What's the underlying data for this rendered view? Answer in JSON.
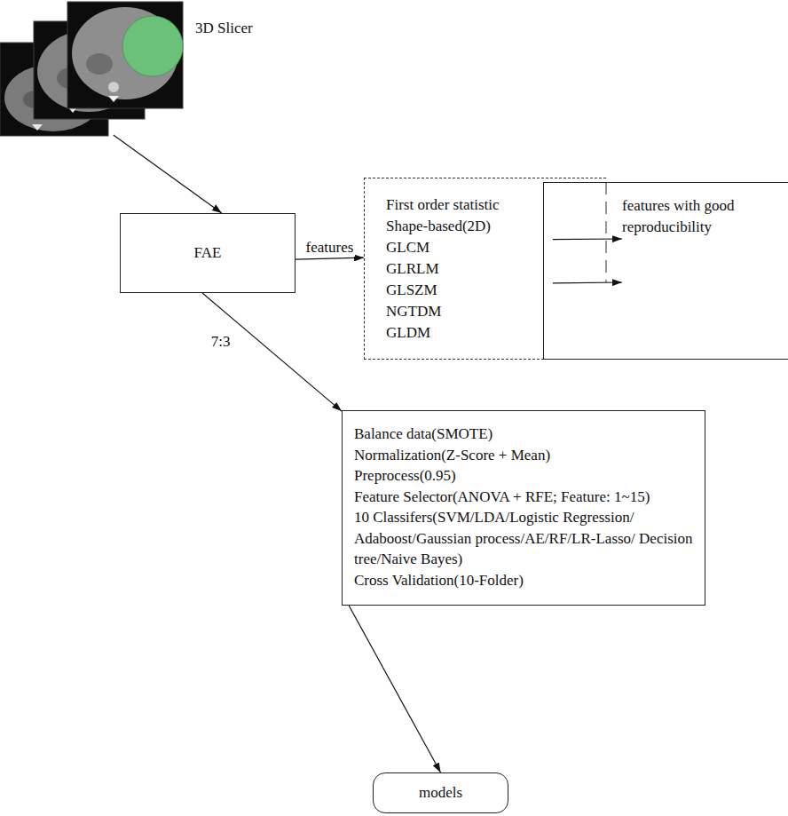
{
  "diagram": {
    "nodes": [
      {
        "text": [
          "3D Slicer"
        ]
      },
      {
        "text": [
          "FAE"
        ]
      },
      {
        "text": [
          "First order statistic",
          "Shape-based(2D)",
          "GLCM",
          "GLRLM",
          "GLSZM",
          "NGTDM",
          "GLDM"
        ]
      },
      {
        "text": [
          "features with good reproducibility"
        ]
      },
      {
        "text": [
          "Balance data(SMOTE)",
          "Normalization(Z-Score + Mean)",
          "Preprocess(0.95)",
          "Feature Selector(ANOVA + RFE; Feature: 1~15)",
          "10 Classifers(SVM/LDA/Logistic Regression/ Adaboost/Gaussian process/AE/RF/LR-Lasso/ Decision tree/Naive Bayes)",
          "Cross Validation(10-Folder)"
        ]
      },
      {
        "text": [
          "models"
        ]
      }
    ],
    "edges": [
      {
        "from": 0,
        "to": 1,
        "arrow": "to"
      },
      {
        "from": 1,
        "to": 2,
        "arrow": "to",
        "label": "features"
      },
      {
        "from": 2,
        "to": 3,
        "arrow": "to"
      },
      {
        "from": 2,
        "to": 3,
        "arrow": "to"
      },
      {
        "from": 1,
        "to": 4,
        "arrow": "to",
        "label": "7:3"
      },
      {
        "from": 4,
        "to": 5,
        "arrow": "to"
      }
    ]
  }
}
